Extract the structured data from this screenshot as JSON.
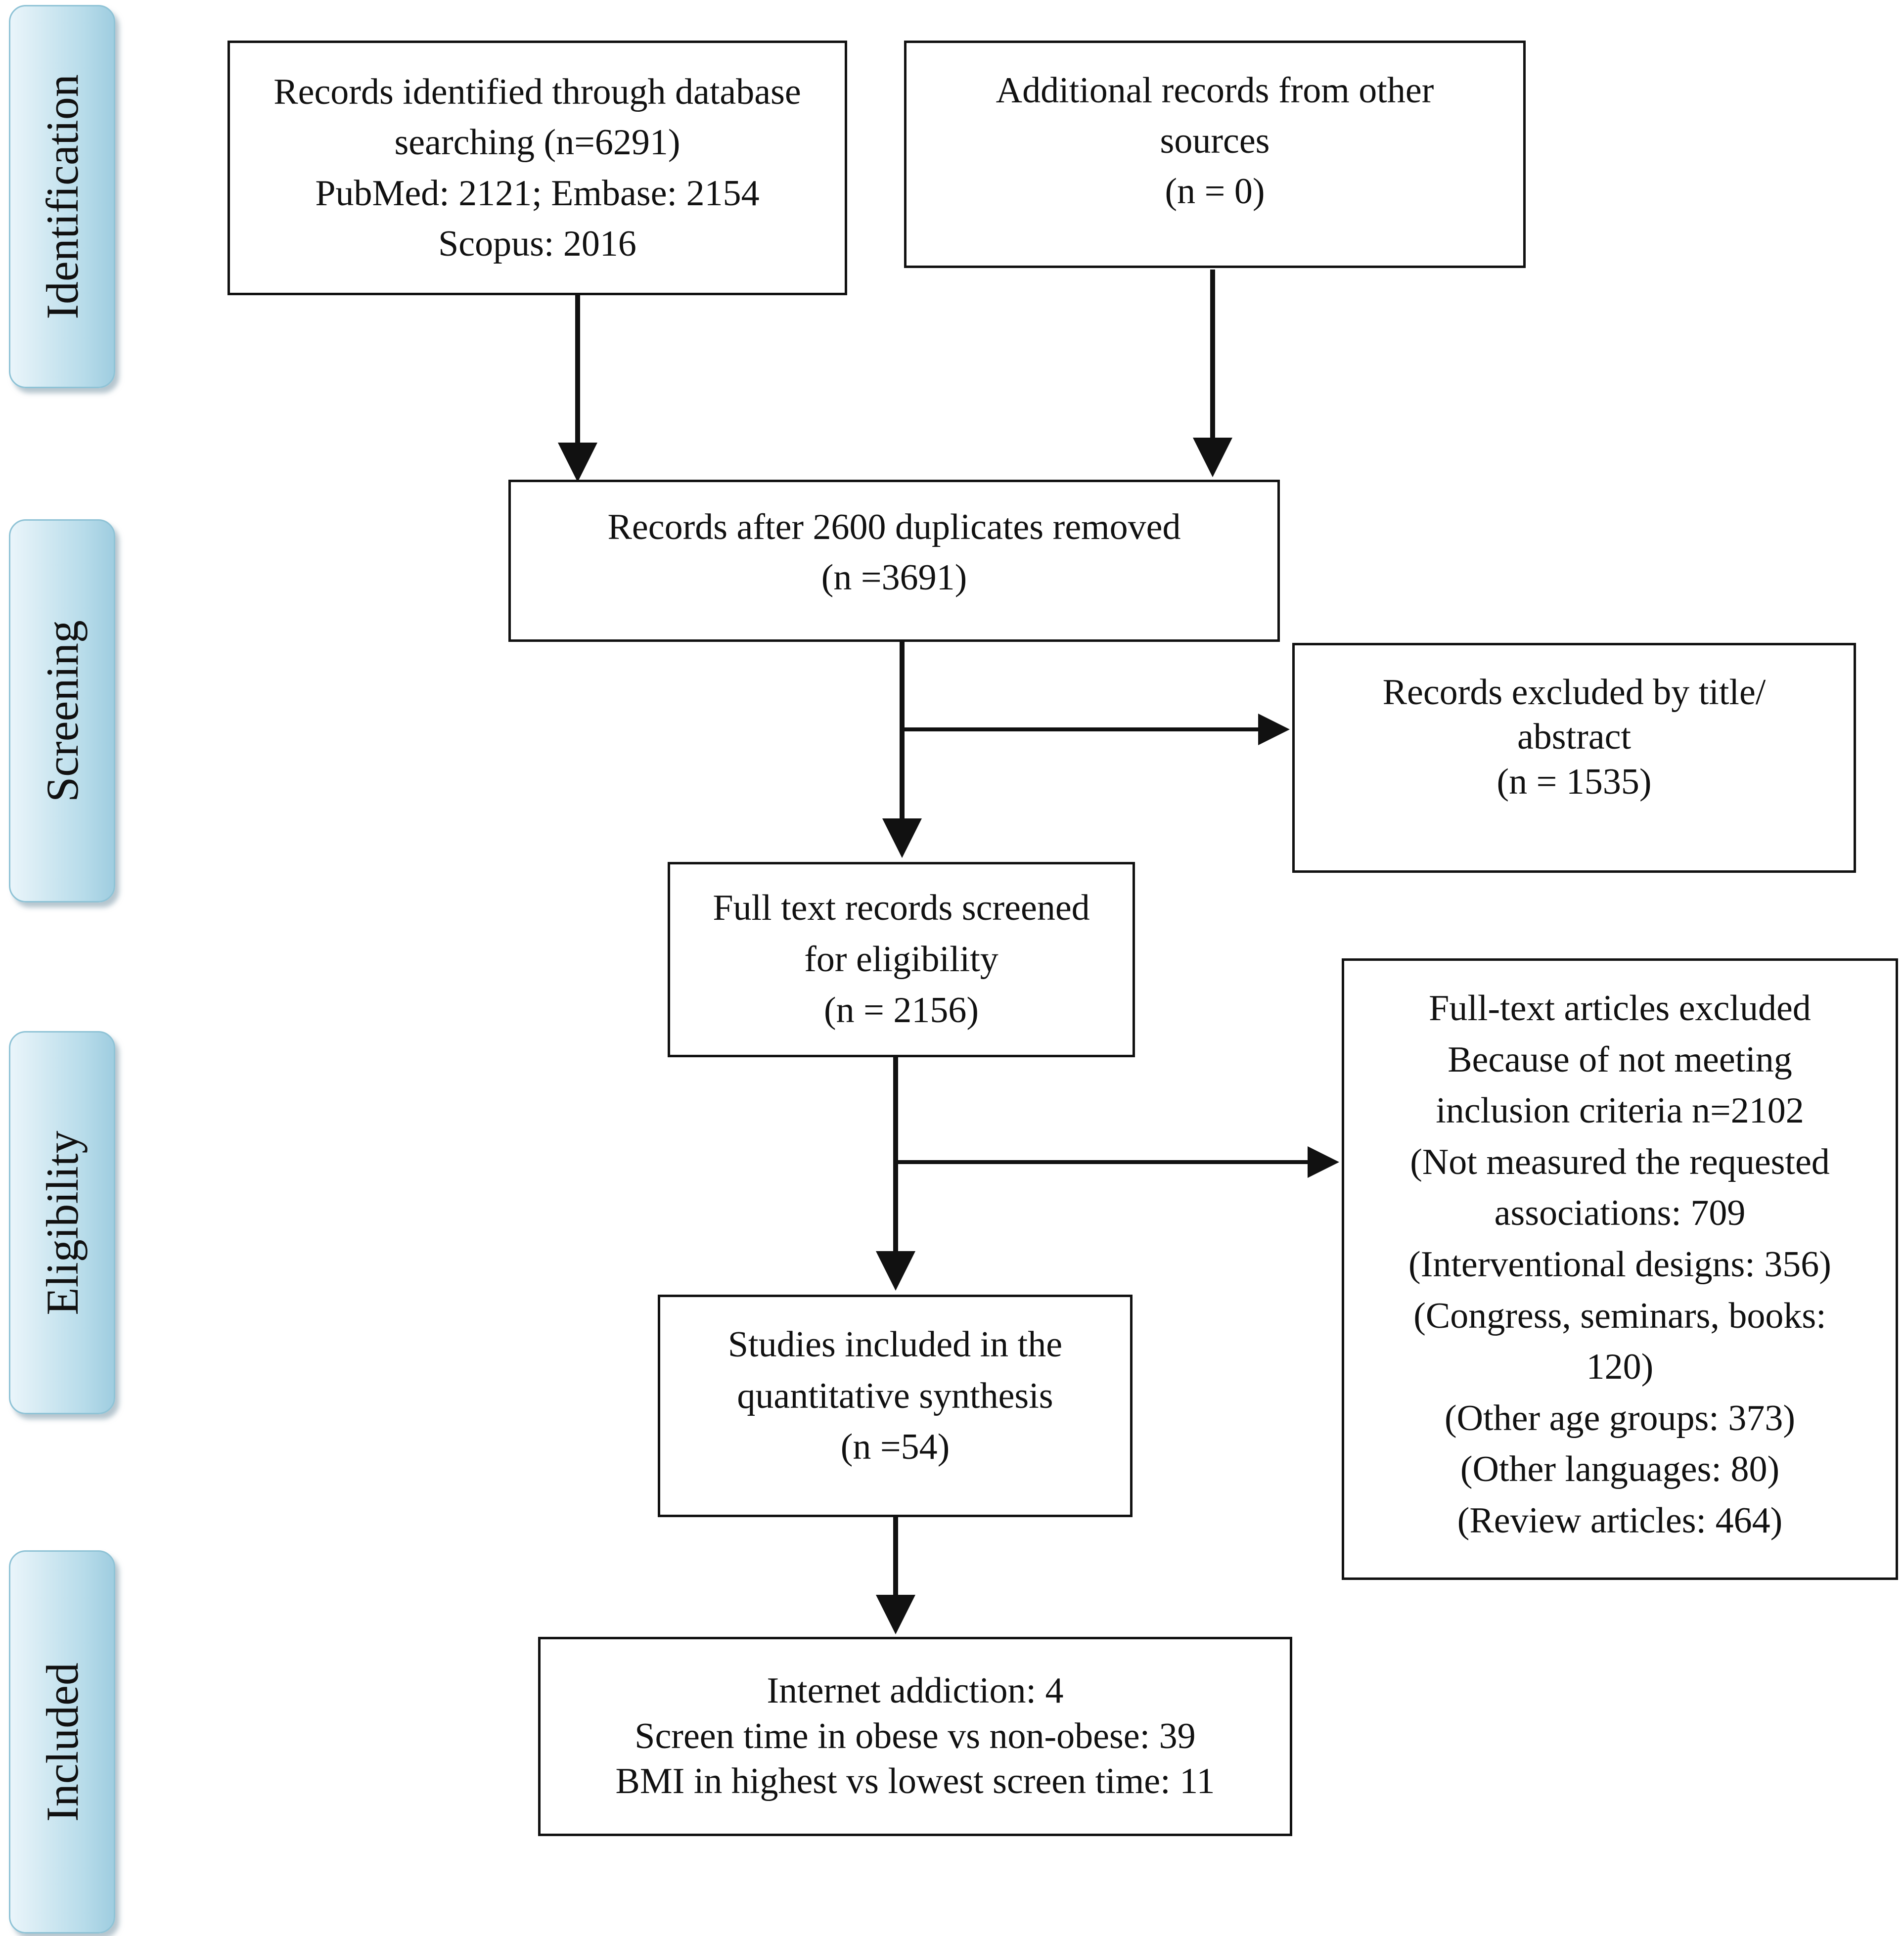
{
  "phases": {
    "identification": "Identification",
    "screening": "Screening",
    "eligibility": "Eligibility",
    "included": "Included"
  },
  "boxes": {
    "records_identified": [
      "Records identified through database",
      "searching (n=6291)",
      "PubMed: 2121;  Embase: 2154",
      "Scopus: 2016"
    ],
    "additional_records": [
      "Additional records from other",
      "sources",
      "(n = 0)"
    ],
    "after_duplicates": [
      "Records after 2600 duplicates removed",
      "(n =3691)"
    ],
    "excluded_title_abstract": [
      "Records excluded by title/",
      "abstract",
      "(n = 1535)"
    ],
    "full_text_screened": [
      "Full text records screened",
      "for eligibility",
      "(n = 2156)"
    ],
    "full_text_excluded": [
      "Full-text articles excluded",
      "Because of not meeting",
      "inclusion criteria n=2102",
      "(Not measured the requested",
      "associations: 709",
      "(Interventional designs: 356)",
      "(Congress, seminars, books:",
      "120)",
      "(Other age groups: 373)",
      "(Other languages: 80)",
      "(Review articles: 464)"
    ],
    "studies_included": [
      "Studies included in the",
      "quantitative synthesis",
      "(n =54)"
    ],
    "included_breakdown": [
      "Internet addiction: 4",
      "Screen time in obese vs non-obese: 39",
      "BMI in highest vs lowest screen time: 11"
    ]
  },
  "colors": {
    "phase_fill": "#b8dcea",
    "phase_border": "#8fc3d6",
    "line": "#111111"
  }
}
